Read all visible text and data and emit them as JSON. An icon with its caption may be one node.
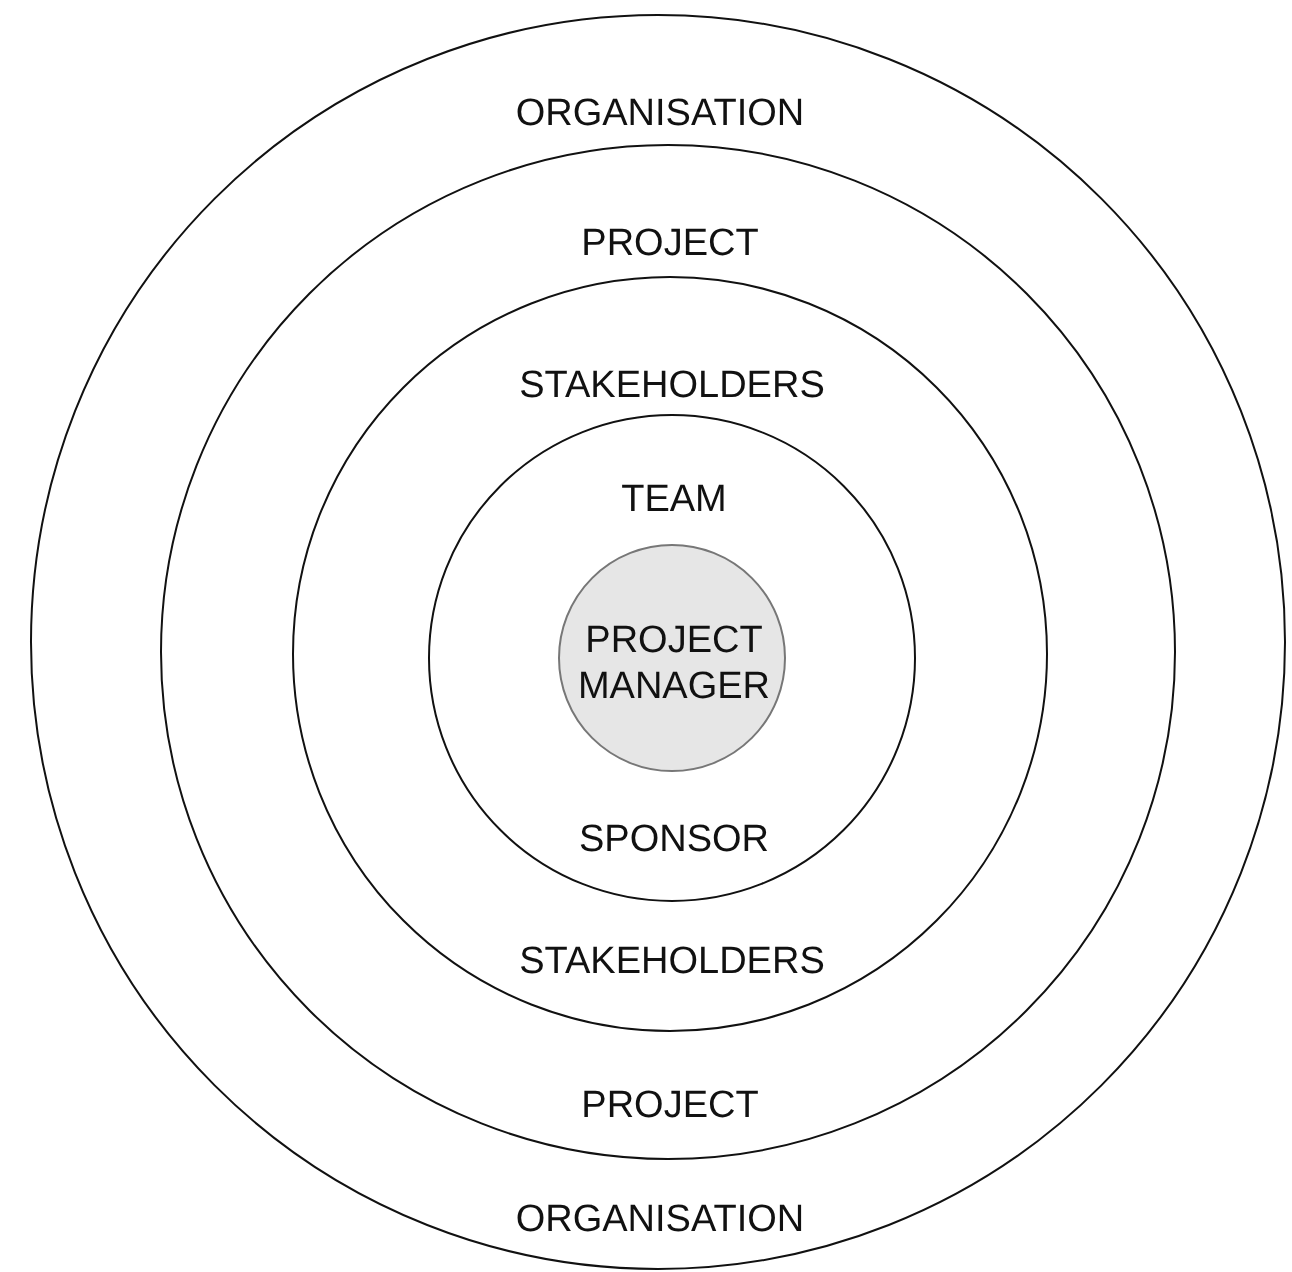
{
  "diagram": {
    "nodes": [
      {
        "text": [
          "ORGANISATION",
          "ORGANISATION"
        ]
      },
      {
        "text": [
          "PROJECT",
          "PROJECT"
        ],
        "in": 0
      },
      {
        "text": [
          "STAKEHOLDERS",
          "STAKEHOLDERS"
        ],
        "in": 1
      },
      {
        "text": [
          "TEAM",
          "SPONSOR"
        ],
        "in": 2
      },
      {
        "text": [
          "PROJECT MANAGER"
        ],
        "in": 3
      }
    ]
  }
}
